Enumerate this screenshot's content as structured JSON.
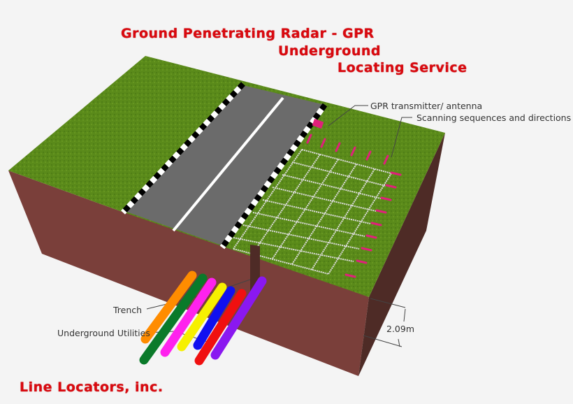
{
  "title": {
    "line1": "Ground Penetrating Radar - GPR",
    "line2": "Underground",
    "line3": "Locating Service"
  },
  "labels": {
    "antenna": "GPR transmitter/ antenna",
    "scanning": "Scanning sequences and directions",
    "trench": "Trench",
    "utilities": "Underground Utilities",
    "depth": "2.09m"
  },
  "footer": {
    "company": "Line Locators, inc."
  },
  "colors": {
    "title_red": "#d9090f",
    "grass": "#5a8a1a",
    "soil_front": "#7a3f3a",
    "soil_side": "#4e2b26",
    "road": "#6a6a6a",
    "arrow_magenta": "#e0207a"
  },
  "utilities": [
    {
      "name": "orange",
      "color": "#ff8c00"
    },
    {
      "name": "green",
      "color": "#0a7a2a"
    },
    {
      "name": "magenta",
      "color": "#ff22ee"
    },
    {
      "name": "yellow",
      "color": "#f6f000"
    },
    {
      "name": "blue",
      "color": "#1010f0"
    },
    {
      "name": "red",
      "color": "#f01010"
    },
    {
      "name": "purple",
      "color": "#8a18f0"
    }
  ]
}
